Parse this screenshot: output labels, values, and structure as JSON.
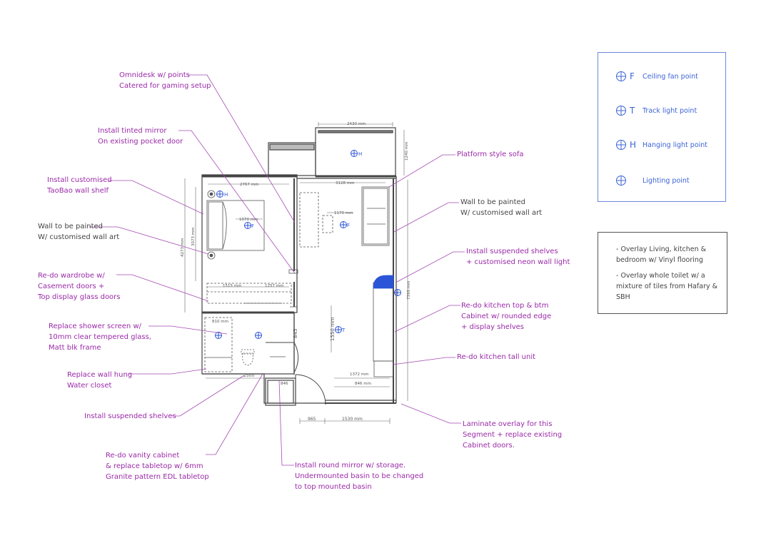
{
  "annotations": {
    "omnidesk": [
      "Omnidesk w/ points",
      "Catered for gaming setup"
    ],
    "tinted_mirror": [
      "Install tinted mirror",
      "On existing pocket door"
    ],
    "taobao_shelf": [
      "Install customised",
      "TaoBao wall shelf"
    ],
    "wall_paint_left": [
      "Wall to be painted",
      "W/ customised wall art"
    ],
    "wardrobe": [
      "Re-do wardrobe w/",
      "Casement doors +",
      "Top display glass doors"
    ],
    "shower_screen": [
      "Replace shower screen w/",
      "10mm clear tempered glass,",
      "Matt blk frame"
    ],
    "water_closet": [
      "Replace wall hung",
      "Water closet"
    ],
    "suspended_shelves_toilet": [
      "Install suspended shelves"
    ],
    "vanity": [
      "Re-do vanity cabinet",
      "& replace tabletop w/ 6mm",
      "Granite pattern EDL tabletop"
    ],
    "round_mirror": [
      "Install round mirror w/ storage.",
      "Undermounted basin to be changed",
      "to top mounted basin"
    ],
    "platform_sofa": [
      "Platform style sofa"
    ],
    "wall_paint_right": [
      "Wall to be painted",
      "W/ customised wall art"
    ],
    "suspended_shelves_neon": [
      "Install suspended shelves",
      "+ customised neon wall light"
    ],
    "kitchen_top": [
      "Re-do kitchen top & btm",
      "Cabinet w/ rounded edge",
      "+ display shelves"
    ],
    "kitchen_tall": [
      "Re-do kitchen tall unit"
    ],
    "laminate": [
      "Laminate overlay for this",
      "Segment + replace existing",
      "Cabinet doors."
    ]
  },
  "legend": {
    "items": [
      {
        "letter": "F",
        "label": "Ceiling fan point"
      },
      {
        "letter": "T",
        "label": "Track light point"
      },
      {
        "letter": "H",
        "label": "Hanging light point"
      },
      {
        "letter": "",
        "label": "Lighting point"
      }
    ]
  },
  "notes": [
    "- Overlay Living, kitchen & bedroom w/ Vinyl flooring",
    "- Overlay whole toilet w/ a mixture of tiles from Hafary & SBH"
  ],
  "dimensions": {
    "balcony_width": "2430 mm",
    "balcony_depth": "1240 mm",
    "bedroom_width": "2767 mm",
    "living_width": "3128 mm",
    "desk_width": "1170 mm",
    "bed_width": "1070 mm",
    "bedroom_depth_a": "4273 mm",
    "bedroom_depth_b": "3073 mm",
    "overall_depth": "7399 mm",
    "wardrobe_a": "1515 mm",
    "wardrobe_b": "1257 mm",
    "toilet_top": "810 mm",
    "corridor_845": "845",
    "living_1550": "1550 mm",
    "toilet_bottom": "2500",
    "vanity_small": "846",
    "kitchen_1372": "1372 mm",
    "kitchen_846": "846 mm",
    "entry_965": "965",
    "entry_1530": "1530 mm"
  },
  "symbol_letters": {
    "balcony": "H",
    "bedroom_h": "H",
    "bedroom_f": "F",
    "living_f": "F",
    "living_t": "T"
  },
  "colors": {
    "annotation": "#9a2aa8",
    "legend": "#3d63d6",
    "wall": "#444444",
    "leader": "#a44bb2"
  }
}
